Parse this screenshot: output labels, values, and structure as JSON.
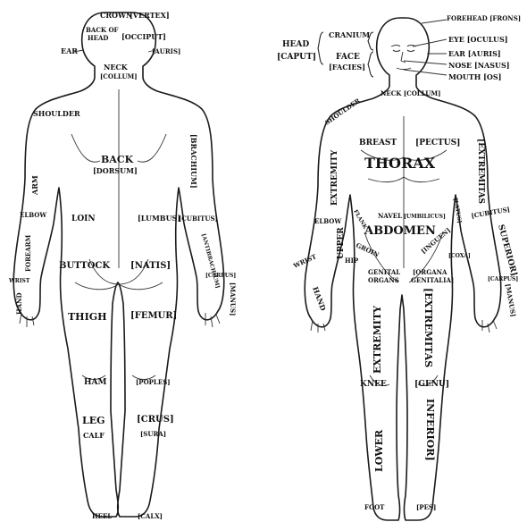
{
  "diagram": {
    "back_labels": {
      "crown": "CROWN",
      "vertex": "[VERTEX]",
      "back_of_head_1": "BACK OF",
      "back_of_head_2": "HEAD",
      "occiput": "[OCCIPUT]",
      "ear": "EAR",
      "auris": "[AURIS]",
      "neck": "NECK",
      "collum": "[COLLUM]",
      "shoulder": "SHOULDER",
      "back": "BACK",
      "dorsum": "[DORSUM]",
      "brachium": "[BRACHIUM]",
      "arm": "ARM",
      "elbow": "ELBOW",
      "loin": "LOIN",
      "lumbus": "[LUMBUS]",
      "cubitus": "[CUBITUS]",
      "antibrachium": "[ANTIBRACHIUM]",
      "forearm": "FOREARM",
      "buttock": "BUTTOCK",
      "natis": "[NATIS]",
      "carpus": "[CARPUS]",
      "wrist": "WRIST",
      "manus": "[MANUS]",
      "hand": "HAND",
      "thigh": "THIGH",
      "femur": "[FEMUR]",
      "ham": "HAM",
      "poples": "[POPLES]",
      "leg": "LEG",
      "crus": "[CRUS]",
      "calf": "CALF",
      "sura": "[SURA]",
      "heel": "HEEL",
      "calx": "[CALX]"
    },
    "front_labels": {
      "head": "HEAD",
      "caput": "[CAPUT]",
      "cranium": "CRANIUM",
      "face": "FACE",
      "facies": "[FACIES]",
      "forehead": "FOREHEAD [FRONS]",
      "eye": "EYE [OCULUS]",
      "ear": "EAR [AURIS]",
      "nose": "NOSE [NASUS]",
      "mouth": "MOUTH [OS]",
      "neck": "NECK [COLLUM]",
      "shoulder": "SHOULDER",
      "breast": "BREAST",
      "pectus": "[PECTUS]",
      "thorax": "THORAX",
      "extremity": "EXTREMITY",
      "extremitas": "[EXTREMITAS",
      "elbow": "ELBOW",
      "flank": "FLANK",
      "navel": "NAVEL",
      "umbilicus": "[UMBILICUS]",
      "latus": "[LATUS]",
      "abdomen": "ABDOMEN",
      "cubitus": "[CUBITUS]",
      "upper": "UPPER",
      "superior": "SUPERIOR]",
      "groin": "GROIN",
      "inguen": "[INGUEN]",
      "hip": "HIP",
      "coxa": "[COXA]",
      "wrist": "WRIST",
      "genital_1": "GENITAL",
      "genital_2": "ORGANS",
      "organa_1": "[ORGANA",
      "organa_2": "GENITALIA]",
      "carpus": "[CARPUS]",
      "hand": "HAND",
      "manus": "[MANUS]",
      "lower_extremity": "EXTREMITY",
      "lower_extremitas": "[EXTREMITAS",
      "knee": "KNEE",
      "genu": "[GENU]",
      "lower": "LOWER",
      "inferior": "INFERIOR]",
      "foot": "FOOT",
      "pes": "[PES]"
    }
  }
}
